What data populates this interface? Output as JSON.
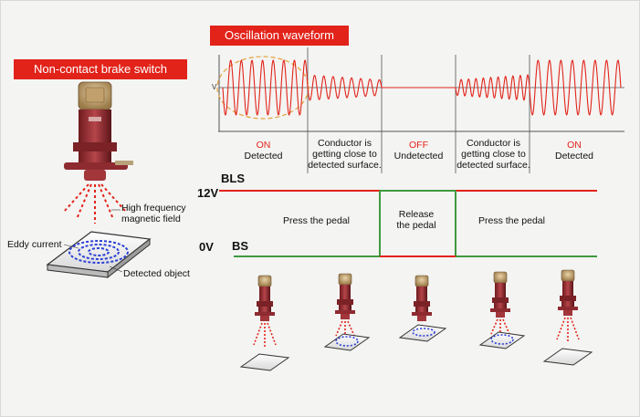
{
  "titles": {
    "left": "Non-contact brake switch",
    "right": "Oscillation waveform"
  },
  "left_labels": {
    "high_freq_1": "High frequency",
    "high_freq_2": "magnetic field",
    "eddy": "Eddy current",
    "object": "Detected object"
  },
  "waveform": {
    "y_label": "V",
    "states": [
      {
        "status": "ON",
        "desc": [
          "Detected"
        ]
      },
      {
        "status": "",
        "desc": [
          "Conductor is",
          "getting close to",
          "detected surface."
        ]
      },
      {
        "status": "OFF",
        "desc": [
          "Undetected"
        ]
      },
      {
        "status": "",
        "desc": [
          "Conductor is",
          "getting close to",
          "detected surface."
        ]
      },
      {
        "status": "ON",
        "desc": [
          "Detected"
        ]
      }
    ]
  },
  "timing": {
    "bls": "BLS",
    "bs": "BS",
    "v12": "12V",
    "v0": "0V",
    "press1": "Press the pedal",
    "release_1": "Release",
    "release_2": "the pedal",
    "press2": "Press the pedal"
  },
  "colors": {
    "accent": "#e2231a",
    "bs_line": "#3f9a3f",
    "eddy": "#2b3fd6"
  }
}
